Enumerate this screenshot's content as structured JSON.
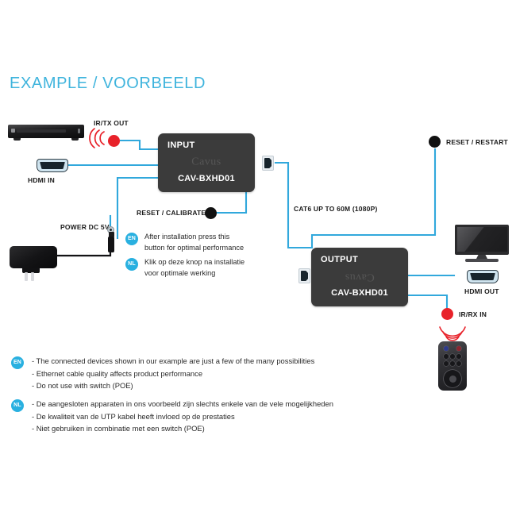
{
  "title": "EXAMPLE / VOORBEELD",
  "colors": {
    "title": "#3fb4dd",
    "wire": "#31a8dc",
    "badge": "#29b0e0",
    "device_body": "#3b3b3b",
    "ir_red": "#e8222a",
    "dot_black": "#111111"
  },
  "labels": {
    "ir_tx_out": "IR/TX OUT",
    "hdmi_in": "HDMI IN",
    "power_dc": "POWER DC 5V",
    "reset_calibrate": "RESET / CALIBRATE",
    "cat6": "CAT6 UP TO 60M (1080P)",
    "reset_restart": "RESET / RESTART",
    "hdmi_out": "HDMI OUT",
    "ir_rx_in": "IR/RX IN"
  },
  "devices": {
    "input": {
      "header": "INPUT",
      "brand": "Cavus",
      "model": "CAV-BXHD01"
    },
    "output": {
      "header": "OUTPUT",
      "brand": "Cavus",
      "model": "CAV-BXHD01"
    }
  },
  "calibrate_notes": [
    {
      "lang": "EN",
      "text": "After installation press this\nbutton for optimal performance"
    },
    {
      "lang": "NL",
      "text": "Klik op deze knop na installatie\nvoor optimale werking"
    }
  ],
  "bottom_notes": [
    {
      "lang": "EN",
      "text": "- The connected devices shown in our example are just a few of the many possibilities\n- Ethernet cable quality affects product performance\n- Do not use with switch (POE)"
    },
    {
      "lang": "NL",
      "text": "- De aangesloten apparaten in ons voorbeeld zijn slechts enkele van de vele mogelijkheden\n- De kwaliteit van de UTP kabel heeft invloed op de prestaties\n- Niet gebruiken in combinatie met een switch (POE)"
    }
  ]
}
